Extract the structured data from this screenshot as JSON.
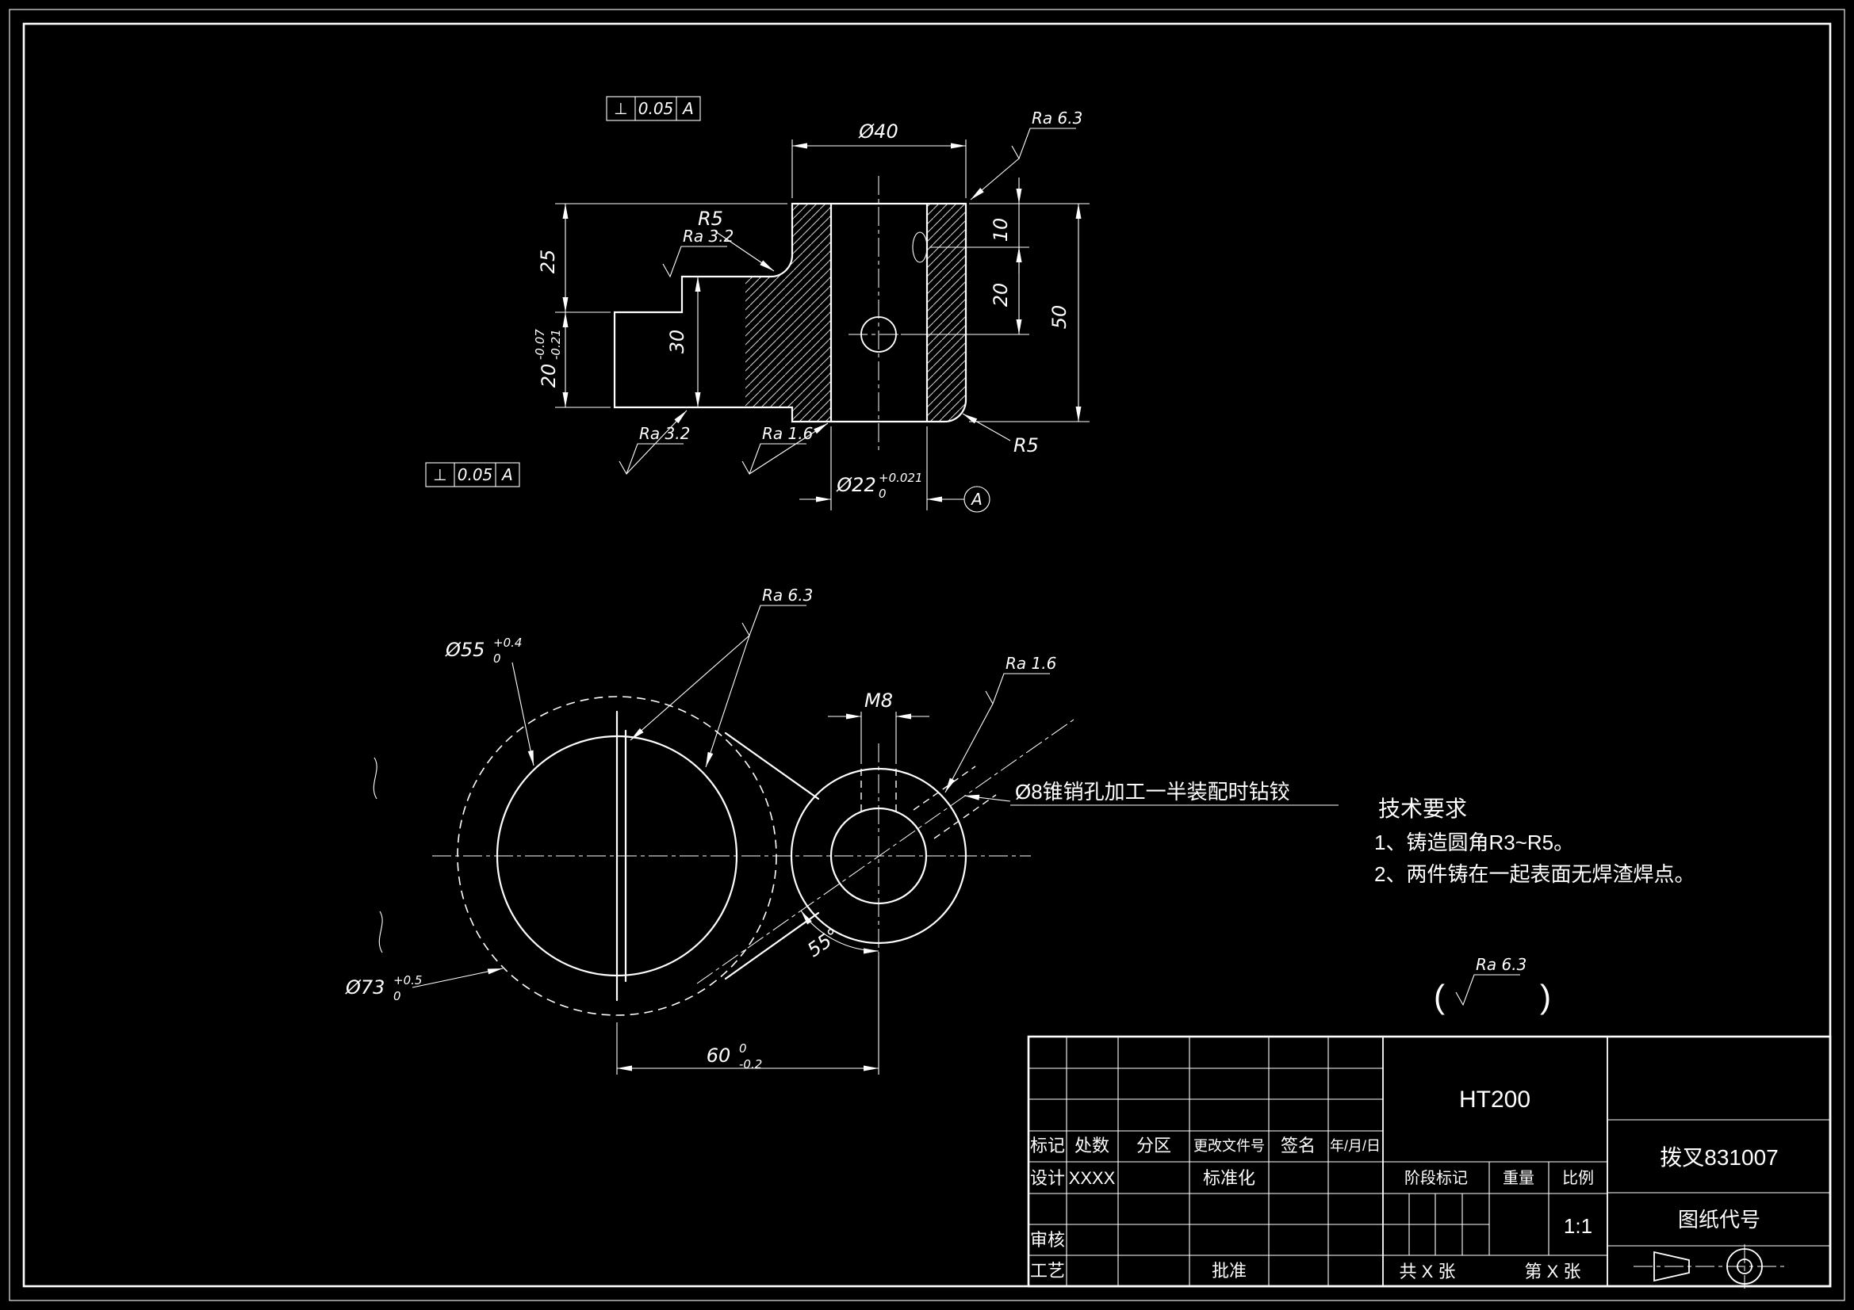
{
  "tv": {
    "datum_top": {
      "sym": "⊥",
      "val": "0.05",
      "ref": "A"
    },
    "datum_bottom": {
      "sym": "⊥",
      "val": "0.05",
      "ref": "A"
    },
    "d40": "Ø40",
    "d25": "25",
    "d20t": {
      "m": "20",
      "sup": "-0.07",
      "sub": "-0.21"
    },
    "d30": "30",
    "d10": "10",
    "d20r": "20",
    "d50": "50",
    "d22": {
      "m": "Ø22",
      "sup": "+0.021",
      "sub": "0"
    },
    "r5a": "R5",
    "r5b": "R5",
    "ra63": "Ra 6.3",
    "ra32a": "Ra 3.2",
    "ra32b": "Ra 3.2",
    "ra16": "Ra 1.6",
    "datum_ref": "A"
  },
  "fv": {
    "d55": {
      "m": "Ø55",
      "sup": "+0.4",
      "sub": "0"
    },
    "d73": {
      "m": "Ø73",
      "sup": "+0.5",
      "sub": "0"
    },
    "d60": {
      "m": "60",
      "sup": "0",
      "sub": "-0.2"
    },
    "m8": "M8",
    "a55": "55°",
    "ra63": "Ra 6.3",
    "ra16": "Ra 1.6",
    "pin_note": "Ø8锥销孔加工一半装配时钻铰"
  },
  "tr": {
    "title": "技术要求",
    "i1": "1、铸造圆角R3~R5。",
    "i2": "2、两件铸在一起表面无焊渣焊点。"
  },
  "sn": {
    "open": "(",
    "ra": "Ra 6.3",
    "close": ")"
  },
  "tb": {
    "mark": "标记",
    "count": "处数",
    "zone": "分区",
    "doc": "更改文件号",
    "sign": "签名",
    "date": "年/月/日",
    "design": "设计",
    "design_val": "XXXX",
    "std": "标准化",
    "check": "审核",
    "proc": "工艺",
    "appr": "批准",
    "material": "HT200",
    "stage": "阶段标记",
    "weight": "重量",
    "scale": "比例",
    "scale_val": "1:1",
    "total": "共 X 张",
    "no": "第 X 张",
    "name": "拨叉831007",
    "code": "图纸代号"
  }
}
